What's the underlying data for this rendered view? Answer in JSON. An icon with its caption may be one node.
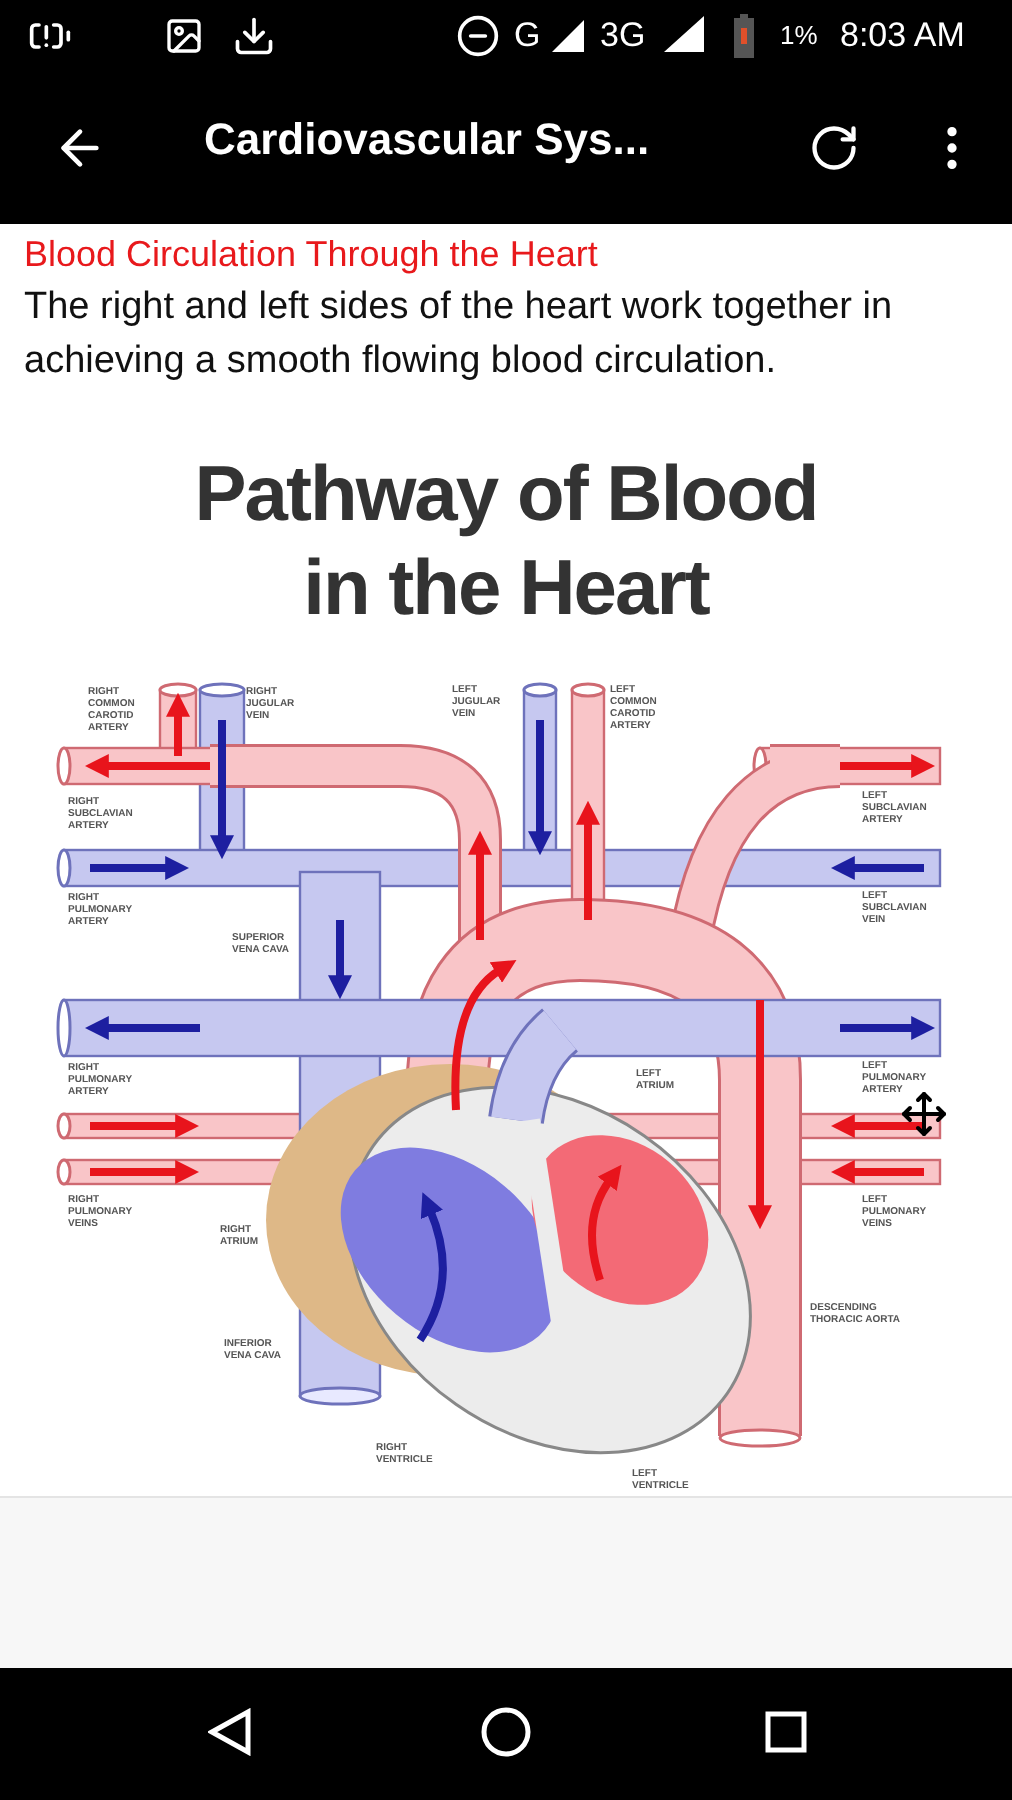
{
  "diagram": {
    "title": "Pathway of Blood in the Heart",
    "labels": [
      "G",
      "3G",
      "1%",
      "8:03 AM",
      "Cardiovascular Sys...",
      "Blood Circulation Through the Heart",
      "The right and left sides of the heart work together in achieving a smooth flowing blood circulation.",
      "RIGHT COMMON CAROTID ARTERY",
      "RIGHT JUGULAR VEIN",
      "LEFT JUGULAR VEIN",
      "LEFT COMMON CAROTID ARTERY",
      "RIGHT SUBCLAVIAN ARTERY",
      "LEFT SUBCLAVIAN ARTERY",
      "RIGHT PULMONARY ARTERY",
      "LEFT SUBCLAVIAN VEIN",
      "SUPERIOR VENA CAVA",
      "RIGHT PULMONARY ARTERY",
      "LEFT PULMONARY ARTERY",
      "LEFT ATRIUM",
      "RIGHT PULMONARY VEINS",
      "LEFT PULMONARY VEINS",
      "RIGHT ATRIUM",
      "DESCENDING THORACIC AORTA",
      "INFERIOR VENA CAVA",
      "RIGHT VENTRICLE",
      "LEFT VENTRICLE"
    ]
  }
}
